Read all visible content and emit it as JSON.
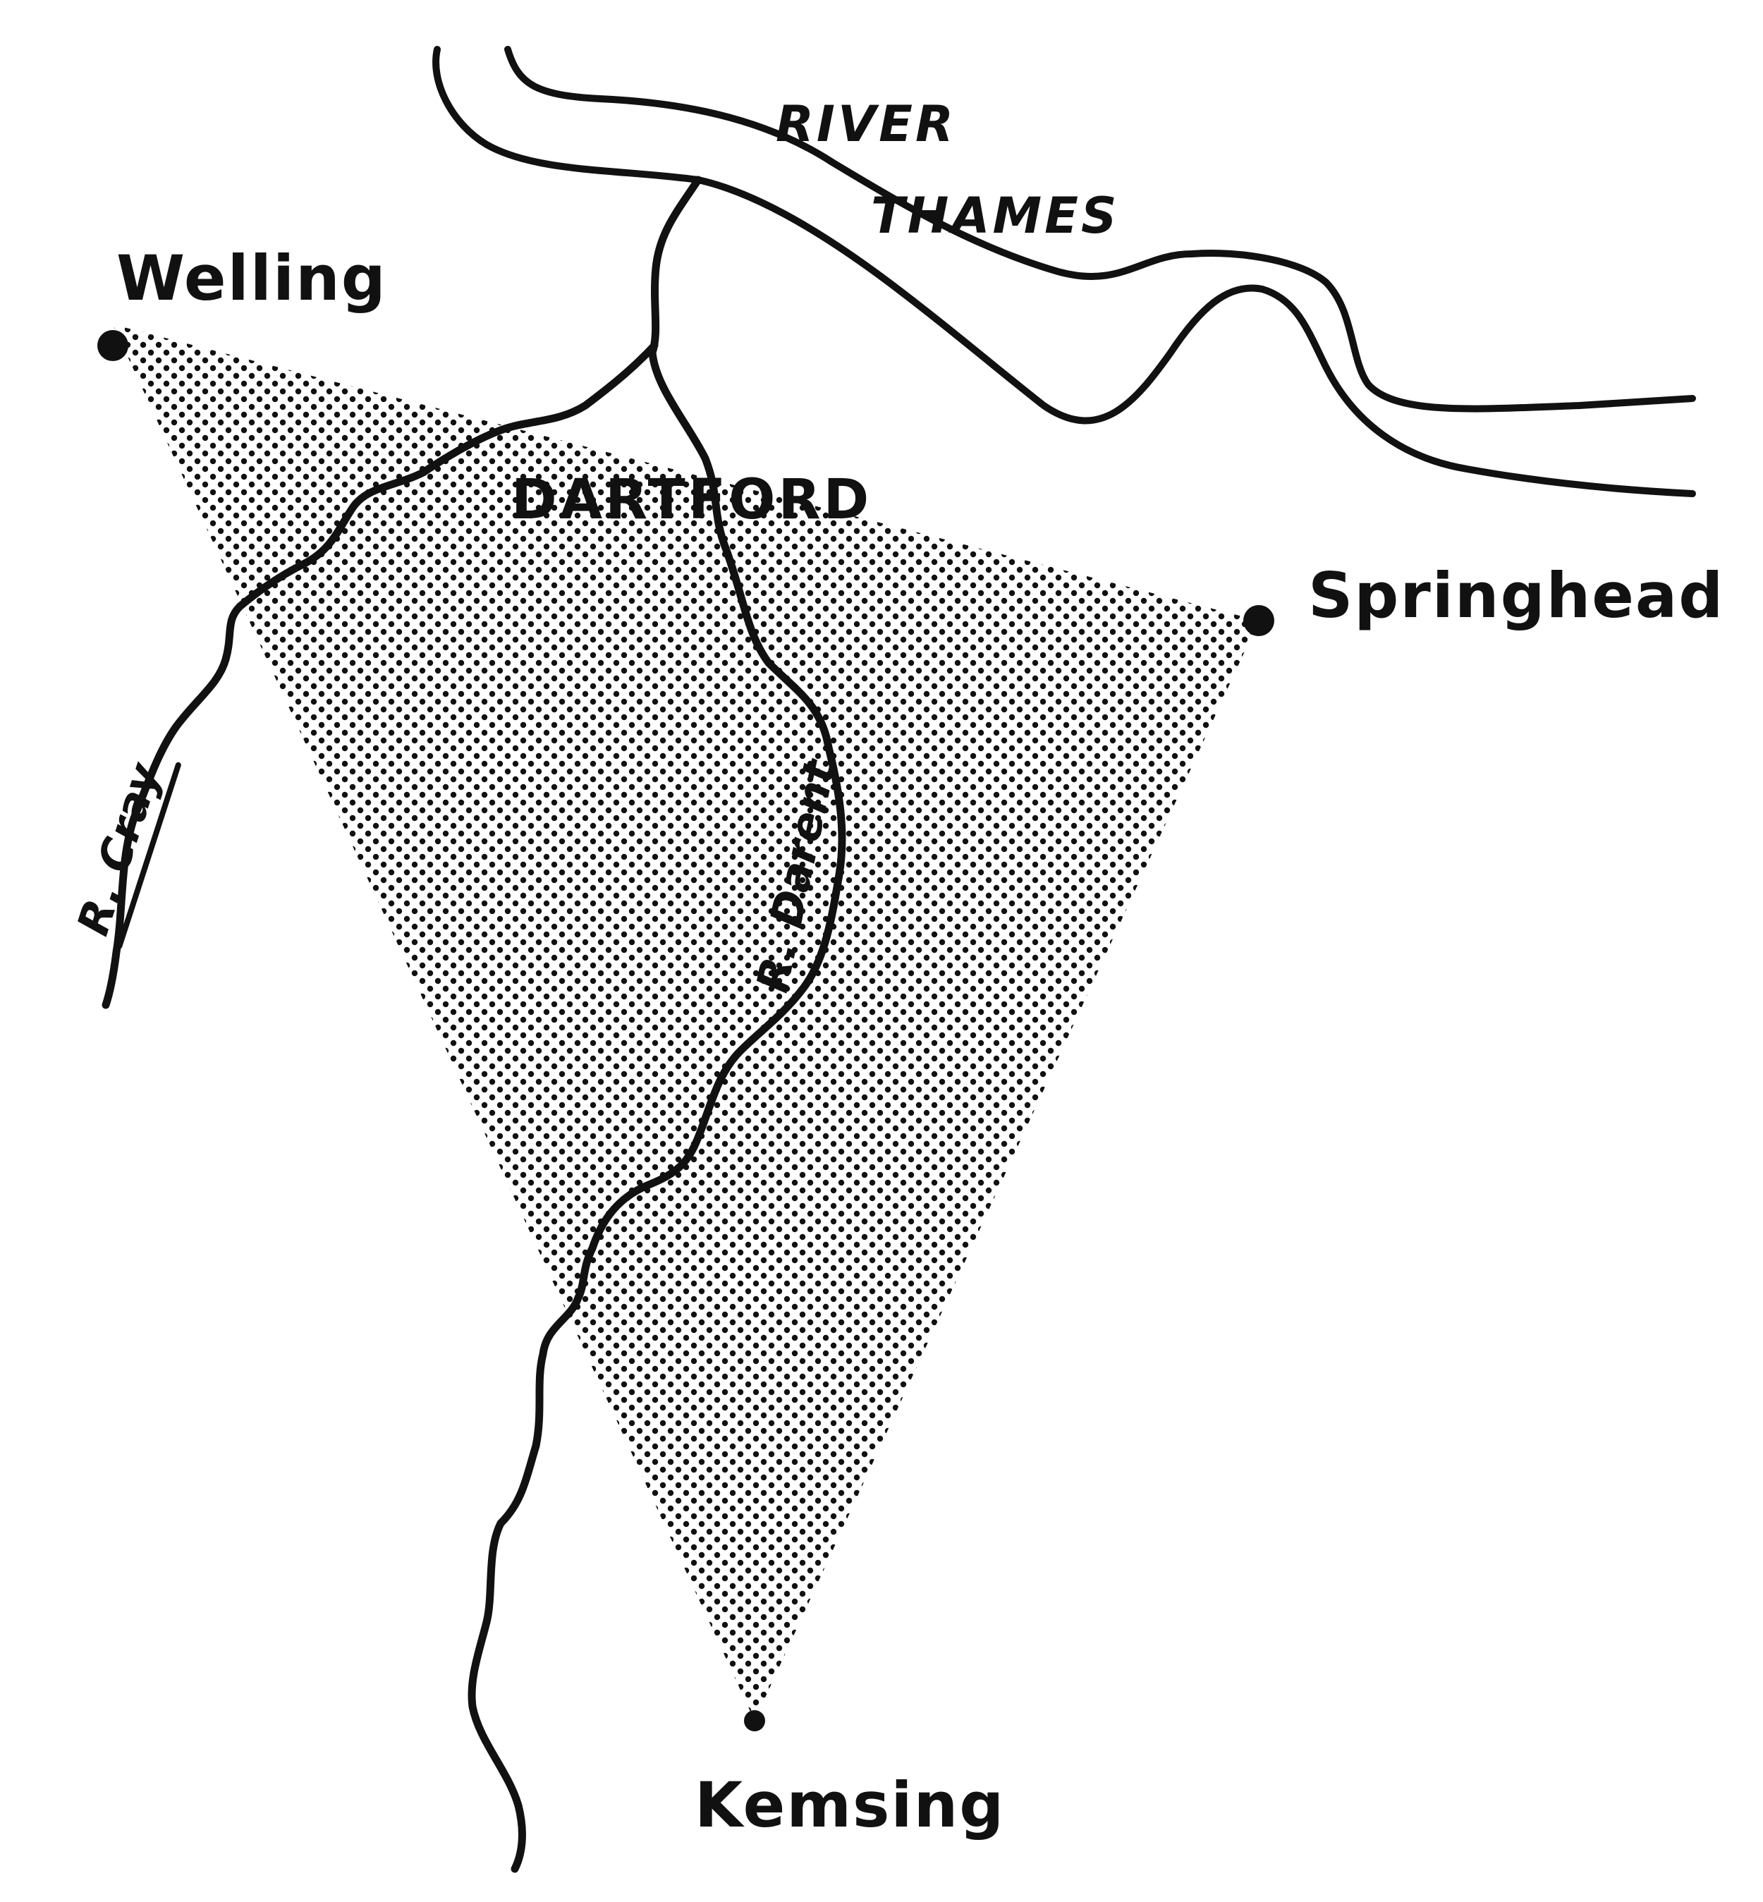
{
  "map": {
    "thames_label_line1": "RIVER",
    "thames_label_line2": "THAMES",
    "dartford_label": "DARTFORD",
    "towns": {
      "welling": "Welling",
      "springhead": "Springhead",
      "kemsing": "Kemsing"
    },
    "rivers": {
      "cray": "R. Cray",
      "darent": "R. Darent"
    },
    "colors": {
      "ink": "#111111",
      "paper": "#ffffff"
    }
  }
}
